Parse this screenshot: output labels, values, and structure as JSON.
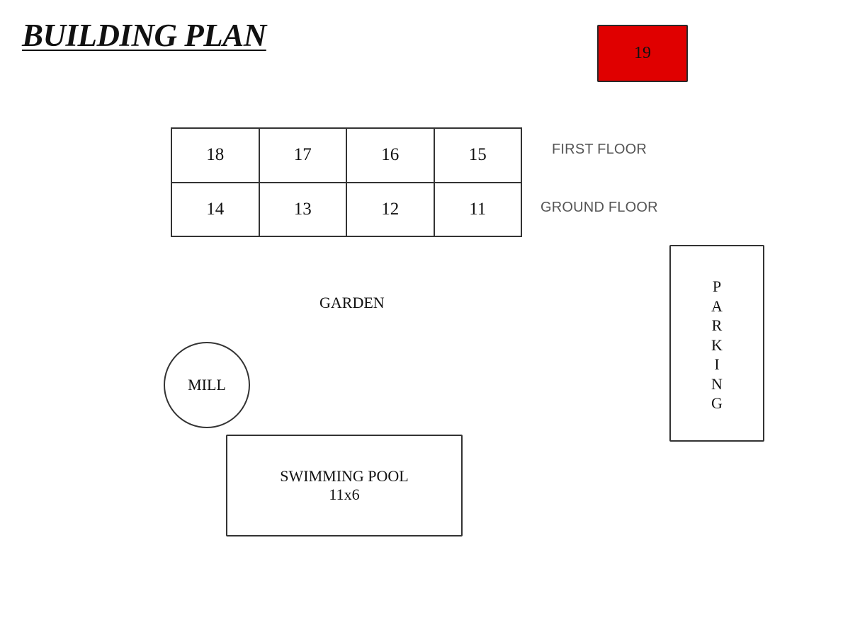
{
  "title": "BUILDING PLAN",
  "red_unit": {
    "label": "19",
    "color": "#e00000"
  },
  "units_grid": {
    "first_floor": [
      "18",
      "17",
      "16",
      "15"
    ],
    "ground_floor": [
      "14",
      "13",
      "12",
      "11"
    ]
  },
  "floor_labels": {
    "first": "FIRST FLOOR",
    "ground": "GROUND FLOOR"
  },
  "garden_label": "GARDEN",
  "mill_label": "MILL",
  "pool": {
    "label": "SWIMMING POOL",
    "size": "11x6"
  },
  "parking_label": "PARKING"
}
